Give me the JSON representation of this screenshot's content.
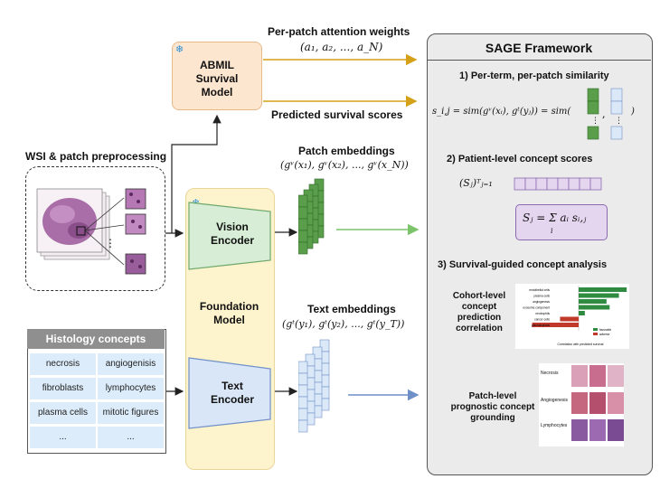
{
  "top": {
    "attention_title": "Per-patch attention weights",
    "attention_formula": "(a₁, a₂, ..., a_N)",
    "survival_label": "Predicted survival scores"
  },
  "abmil": {
    "line1": "ABMIL",
    "line2": "Survival",
    "line3": "Model"
  },
  "wsi_label": "WSI & patch preprocessing",
  "wsi_dots": "⋮",
  "patch_embed": {
    "title": "Patch embeddings",
    "formula": "(gᵛ(x₁), gᵛ(x₂), ..., gᵛ(x_N))"
  },
  "text_embed": {
    "title": "Text embeddings",
    "formula": "(gᵗ(y₁), gᵗ(y₂), ..., gᵗ(y_T))"
  },
  "foundation": {
    "label1": "Foundation",
    "label2": "Model",
    "vision1": "Vision",
    "vision2": "Encoder",
    "text1": "Text",
    "text2": "Encoder"
  },
  "histology": {
    "title": "Histology concepts",
    "cells": [
      "necrosis",
      "angiogenisis",
      "fibroblasts",
      "lymphocytes",
      "plasma cells",
      "mitotic figures",
      "...",
      "..."
    ]
  },
  "sage": {
    "title": "SAGE Framework",
    "s1_title": "1) Per-term, per-patch similarity",
    "s1_formula": "s_i,j = sim(gᵛ(xᵢ), gᵗ(yⱼ)) = sim(",
    "s1_close": ")",
    "s2_title": "2) Patient-level concept scores",
    "s2_left": "(Sⱼ)ᵀⱼ₌₁",
    "s2_formula": "Sⱼ = Σ aᵢ sᵢ,ⱼ",
    "s2_sub": "i",
    "s3_title": "3) Survival-guided concept analysis",
    "cohort": [
      "Cohort-level",
      "concept",
      "prediction",
      "correlation"
    ],
    "patch": [
      "Patch-level",
      "prognostic concept",
      "grounding"
    ]
  },
  "mini_chart": {
    "labels": [
      "endothelial cells",
      "plasma cells",
      "angiogenesis",
      "exosome component",
      "neutrophils",
      "cancer cells",
      "plasmacytosis"
    ],
    "values": [
      0.31,
      0.26,
      0.18,
      0.2,
      0.04,
      -0.12,
      -0.3
    ],
    "legend": [
      "favorable",
      "adverse"
    ],
    "xlabel": "Correlation with predicted survival",
    "colors": {
      "favorable": "#2e8b3f",
      "adverse": "#c0392b"
    }
  },
  "thumbs": {
    "labels": [
      "Necrosis",
      "Angiogenesis",
      "Lymphocytes"
    ]
  },
  "colors": {
    "orange_arrow": "#d4a017",
    "green_arrow": "#7cc46a",
    "blue_arrow": "#6f8fc9",
    "snow": "#2b8fd6"
  }
}
